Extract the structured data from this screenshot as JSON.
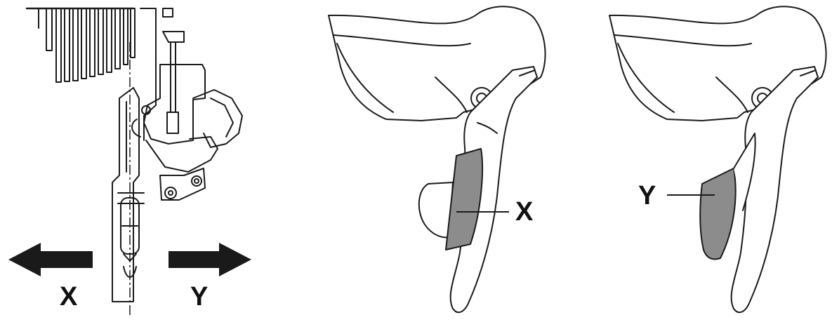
{
  "derailleur": {
    "label_left": "X",
    "label_right": "Y"
  },
  "lever_left": {
    "label": "X"
  },
  "lever_right": {
    "label": "Y"
  },
  "colors": {
    "line": "#1a1a1a",
    "arrow": "#1a1a1a",
    "highlight": "#8c8c8c",
    "fill": "#ffffff"
  }
}
